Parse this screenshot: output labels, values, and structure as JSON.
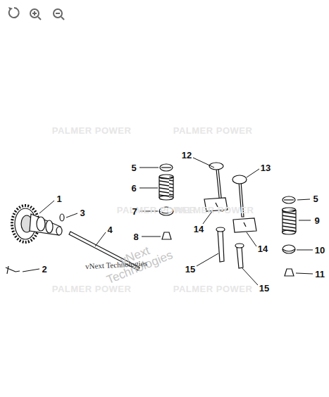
{
  "diagram": {
    "labels": [
      "PALMER POWER",
      "PALMER POWER",
      "12",
      "5",
      "13",
      "6",
      "1",
      "5",
      "PALMER POWER",
      "PALMER POWER",
      "7",
      "3",
      "9",
      "4",
      "8",
      "14",
      "14",
      "10",
      "vNext Technologies",
      "vNext Technologies",
      "2",
      "15",
      "11",
      "15",
      "PALMER POWER",
      "PALMER POWER"
    ]
  }
}
